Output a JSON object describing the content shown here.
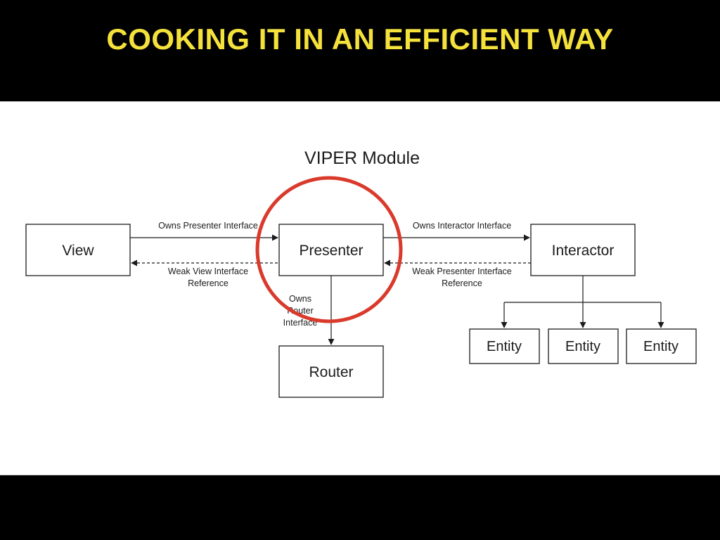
{
  "slide": {
    "title": "COOKING IT IN AN EFFICIENT WAY",
    "title_color": "#f5e13b",
    "background": "#000000"
  },
  "diagram": {
    "title": "VIPER Module",
    "nodes": {
      "view": "View",
      "presenter": "Presenter",
      "interactor": "Interactor",
      "router": "Router",
      "entity_1": "Entity",
      "entity_2": "Entity",
      "entity_3": "Entity"
    },
    "edges": {
      "view_to_presenter": "Owns Presenter Interface",
      "presenter_to_view_line1": "Weak View Interface",
      "presenter_to_view_line2": "Reference",
      "presenter_to_interactor": "Owns Interactor Interface",
      "interactor_to_presenter_line1": "Weak Presenter Interface",
      "interactor_to_presenter_line2": "Reference",
      "presenter_to_router_line1": "Owns",
      "presenter_to_router_line2": "Router",
      "presenter_to_router_line3": "Interface"
    },
    "highlight": {
      "target": "Presenter",
      "color": "#d93a2b"
    }
  }
}
